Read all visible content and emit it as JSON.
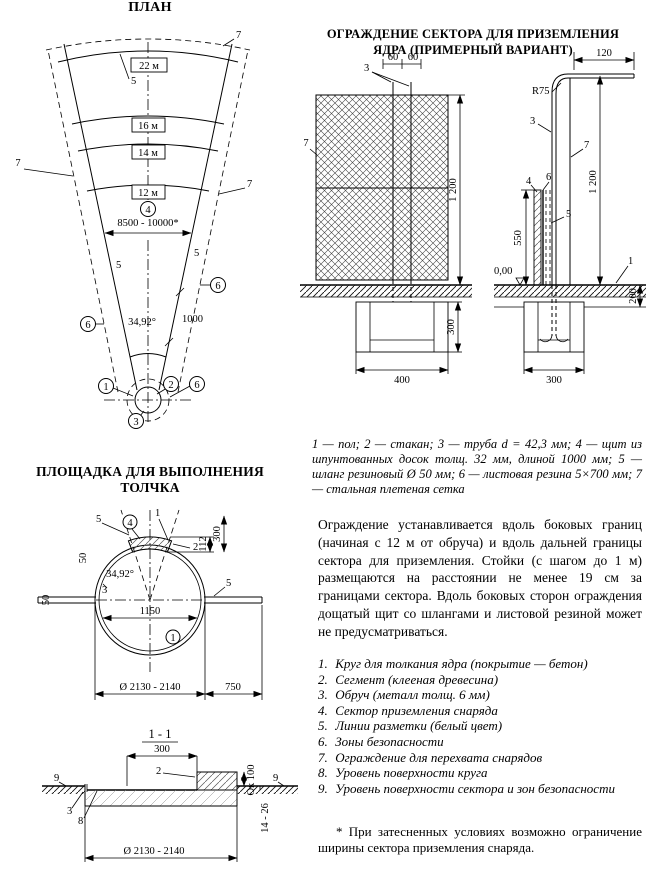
{
  "titles": {
    "plan": "ПЛАН",
    "fence1": "ОГРАЖДЕНИЕ СЕКТОРА ДЛЯ ПРИЗЕМЛЕНИЯ",
    "fence2": "ЯДРА (ПРИМЕРНЫЙ ВАРИАНТ)",
    "circle1": "ПЛОЩАДКА ДЛЯ ВЫПОЛНЕНИЯ",
    "circle2": "ТОЛЧКА",
    "section": "1 - 1"
  },
  "texts": {
    "legend": "1 — пол; 2 — стакан; 3 — труба d = 42,3 мм; 4 — щит из шпунтованных досок толщ. 32 мм, длиной 1000 мм; 5 — шланг резиновый Ø 50 мм; 6 — листовая резина 5×700 мм; 7 — стальная плетеная сетка",
    "paragraph": "Ограждение устанавливается вдоль боковых границ (начиная с 12 м от обруча) и вдоль дальней границы сектора для приземления. Стойки (с шагом до 1 м) размещаются на расстоянии не менее 19 см за границами сектора. Вдоль боковых сторон ограждения дощатый щит со шлангами и листовой резиной может не предусматриваться.",
    "footnote": "* При затесненных условиях возможно ограничение ширины сектора приземления снаряда."
  },
  "list": [
    {
      "num": "1.",
      "text": "Круг для толкания ядра (покрытие — бетон)"
    },
    {
      "num": "2.",
      "text": "Сегмент (клееная древесина)"
    },
    {
      "num": "3.",
      "text": "Обруч (металл толщ. 6 мм)"
    },
    {
      "num": "4.",
      "text": "Сектор приземления снаряда"
    },
    {
      "num": "5.",
      "text": "Линии разметки (белый цвет)"
    },
    {
      "num": "6.",
      "text": "Зоны безопасности"
    },
    {
      "num": "7.",
      "text": "Ограждение для перехвата снарядов"
    },
    {
      "num": "8.",
      "text": "Уровень поверхности круга"
    },
    {
      "num": "9.",
      "text": "Уровень поверхности сектора и зон безопасности"
    }
  ],
  "nums": {
    "n1": "1",
    "n2": "2",
    "n3": "3",
    "n4": "4",
    "n5": "5",
    "n6": "6",
    "n7": "7",
    "n8": "8",
    "n9": "9"
  },
  "plan": {
    "m22": "22 м",
    "m16": "16 м",
    "m14": "14 м",
    "m12": "12 м",
    "dim8500": "8500 - 10000*",
    "angle": "34,92°",
    "dim1000": "1000"
  },
  "fence": {
    "d60": "60",
    "d1200": "1 200",
    "d300": "300",
    "d400": "400",
    "d120": "120",
    "r75": "R75",
    "d550": "550",
    "level": "0,00",
    "d200": "200"
  },
  "circle": {
    "d112": "112",
    "d300": "300",
    "d50": "50",
    "angle": "34,92°",
    "d1150": "1150",
    "diam": "Ø 2130 - 2140",
    "d750": "750"
  },
  "section": {
    "d300": "300",
    "ok100": "Ок 100",
    "d14_26": "14 - 26",
    "diam": "Ø 2130 - 2140"
  }
}
